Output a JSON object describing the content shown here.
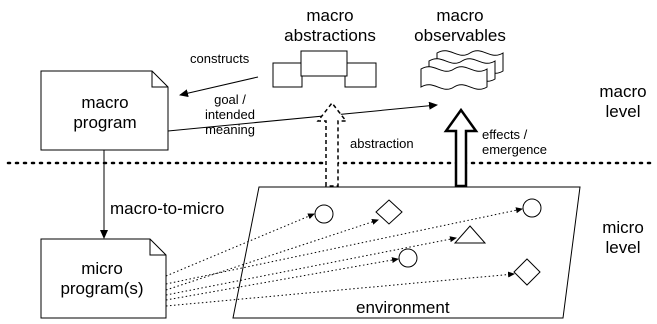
{
  "labels": {
    "macro_abstractions": [
      "macro",
      "abstractions"
    ],
    "macro_observables": [
      "macro",
      "observables"
    ],
    "macro_level": [
      "macro",
      "level"
    ],
    "micro_level": [
      "micro",
      "level"
    ],
    "macro_program": [
      "macro",
      "program"
    ],
    "micro_programs": [
      "micro",
      "program(s)"
    ],
    "constructs": "constructs",
    "goal": [
      "goal /",
      "intended",
      "meaning"
    ],
    "abstraction": "abstraction",
    "effects": [
      "effects /",
      "emergence"
    ],
    "macro_to_micro": "macro-to-micro",
    "environment": "environment"
  },
  "colors": {
    "ink": "#000000",
    "background": "#ffffff"
  }
}
